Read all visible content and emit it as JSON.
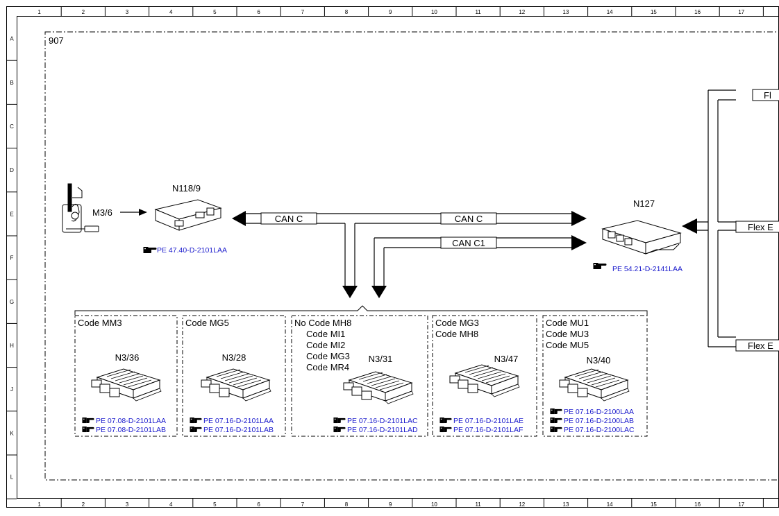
{
  "grid": {
    "columns": [
      "1",
      "2",
      "3",
      "4",
      "5",
      "6",
      "7",
      "8",
      "9",
      "10",
      "11",
      "12",
      "13",
      "14",
      "15",
      "16",
      "17"
    ],
    "rows": [
      "A",
      "B",
      "C",
      "D",
      "E",
      "F",
      "G",
      "H",
      "J",
      "K",
      "L"
    ]
  },
  "frame_label": "907",
  "components": {
    "m3_6": {
      "label": "M3/6"
    },
    "n118_9": {
      "label": "N118/9",
      "ref": "PE 47.40-D-2101LAA"
    },
    "n127": {
      "label": "N127",
      "ref": "PE 54.21-D-2141LAA"
    }
  },
  "buses": {
    "can_c_left": "CAN C",
    "can_c_right": "CAN C",
    "can_c1": "CAN C1",
    "flex_top": "Fl",
    "flex_mid": "Flex E",
    "flex_bottom": "Flex E"
  },
  "variants": [
    {
      "codes": [
        "Code MM3"
      ],
      "unit": "N3/36",
      "refs": [
        "PE 07.08-D-2101LAA",
        "PE 07.08-D-2101LAB"
      ]
    },
    {
      "codes": [
        "Code MG5"
      ],
      "unit": "N3/28",
      "refs": [
        "PE 07.16-D-2101LAA",
        "PE 07.16-D-2101LAB"
      ]
    },
    {
      "codes": [
        "No  Code MH8",
        "Code MI1",
        "Code MI2",
        "Code MG3",
        "Code MR4"
      ],
      "unit": "N3/31",
      "refs": [
        "PE 07.16-D-2101LAC",
        "PE 07.16-D-2101LAD"
      ]
    },
    {
      "codes": [
        "Code MG3",
        "Code MH8"
      ],
      "unit": "N3/47",
      "refs": [
        "PE 07.16-D-2101LAE",
        "PE 07.16-D-2101LAF"
      ]
    },
    {
      "codes": [
        "Code MU1",
        "Code MU3",
        "Code MU5"
      ],
      "unit": "N3/40",
      "refs": [
        "PE 07.16-D-2100LAA",
        "PE 07.16-D-2100LAB",
        "PE 07.16-D-2100LAC"
      ]
    }
  ],
  "colors": {
    "ref_link": "#1a1acc",
    "line": "#000000"
  }
}
